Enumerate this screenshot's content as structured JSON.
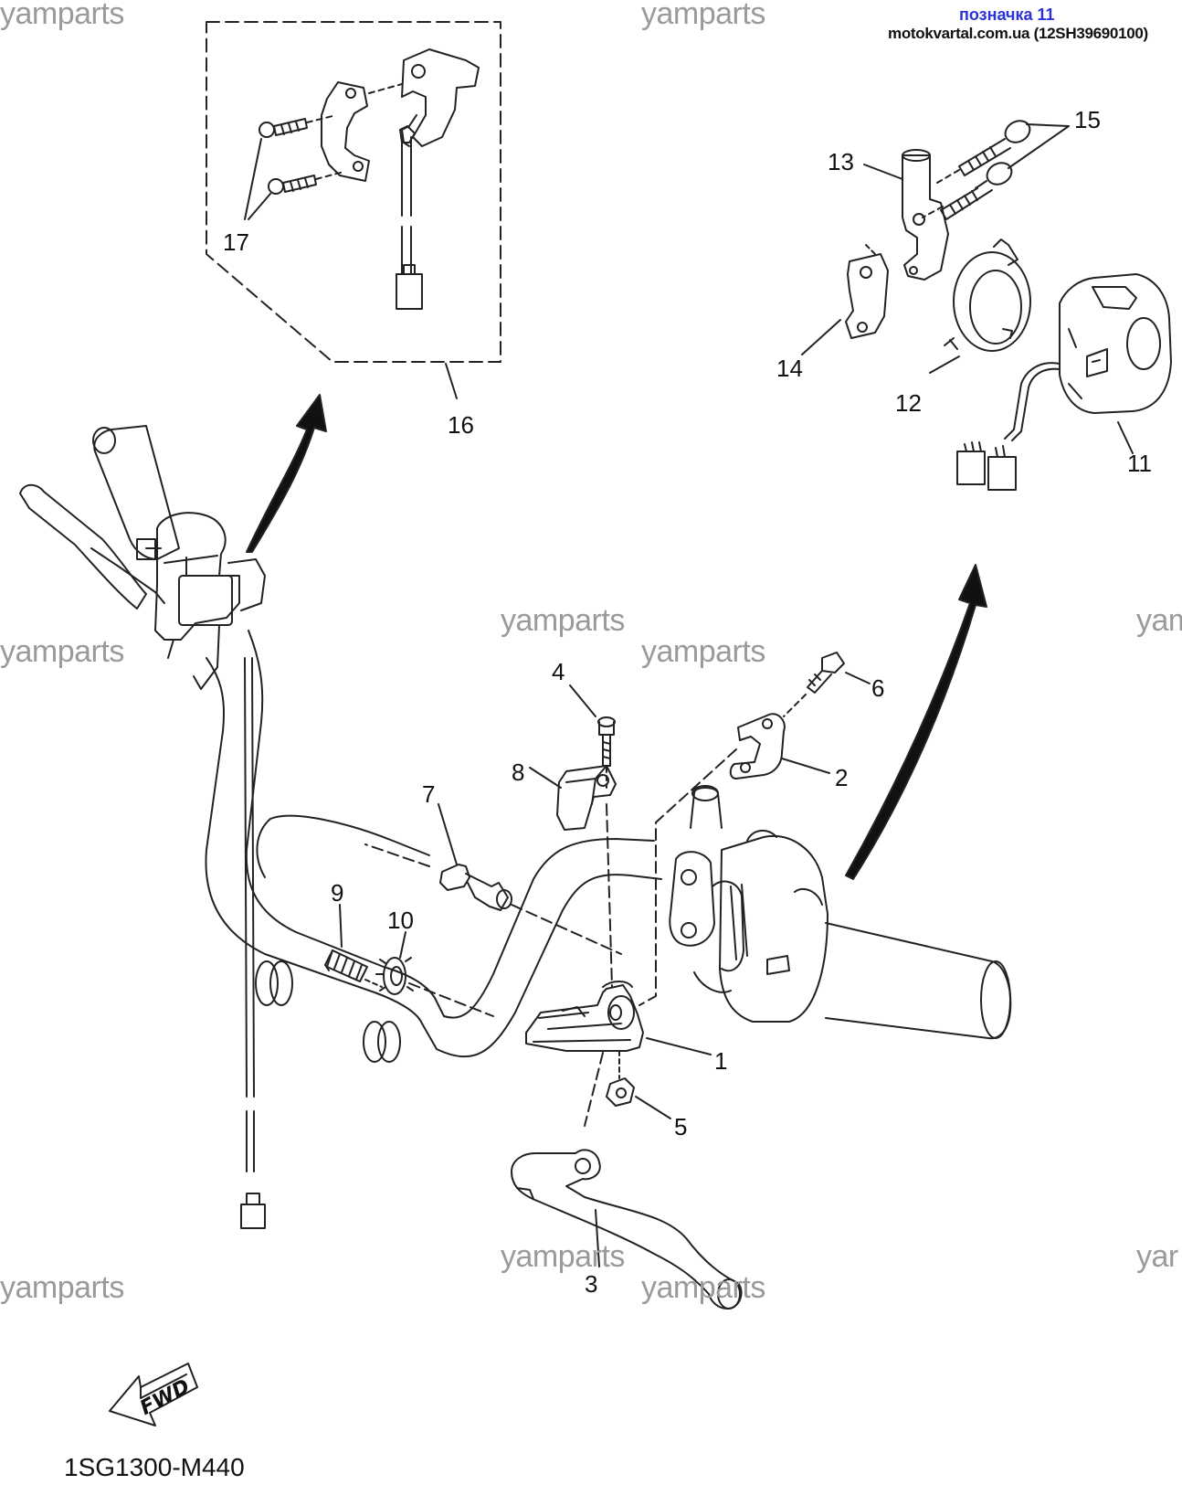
{
  "header": {
    "label": "позначка 11",
    "reference": "motokvartal.com.ua (12SH39690100)"
  },
  "watermarks": [
    "yamparts",
    "yamparts",
    "yamparts",
    "yamparts",
    "yam",
    "yamparts",
    "yamparts",
    "yamparts",
    "yamparts",
    "yar"
  ],
  "callouts": [
    "1",
    "2",
    "3",
    "4",
    "5",
    "6",
    "7",
    "8",
    "9",
    "10",
    "11",
    "12",
    "13",
    "14",
    "15",
    "16",
    "17"
  ],
  "fwd_label": "FWD",
  "diagram_code": "1SG1300-M440"
}
